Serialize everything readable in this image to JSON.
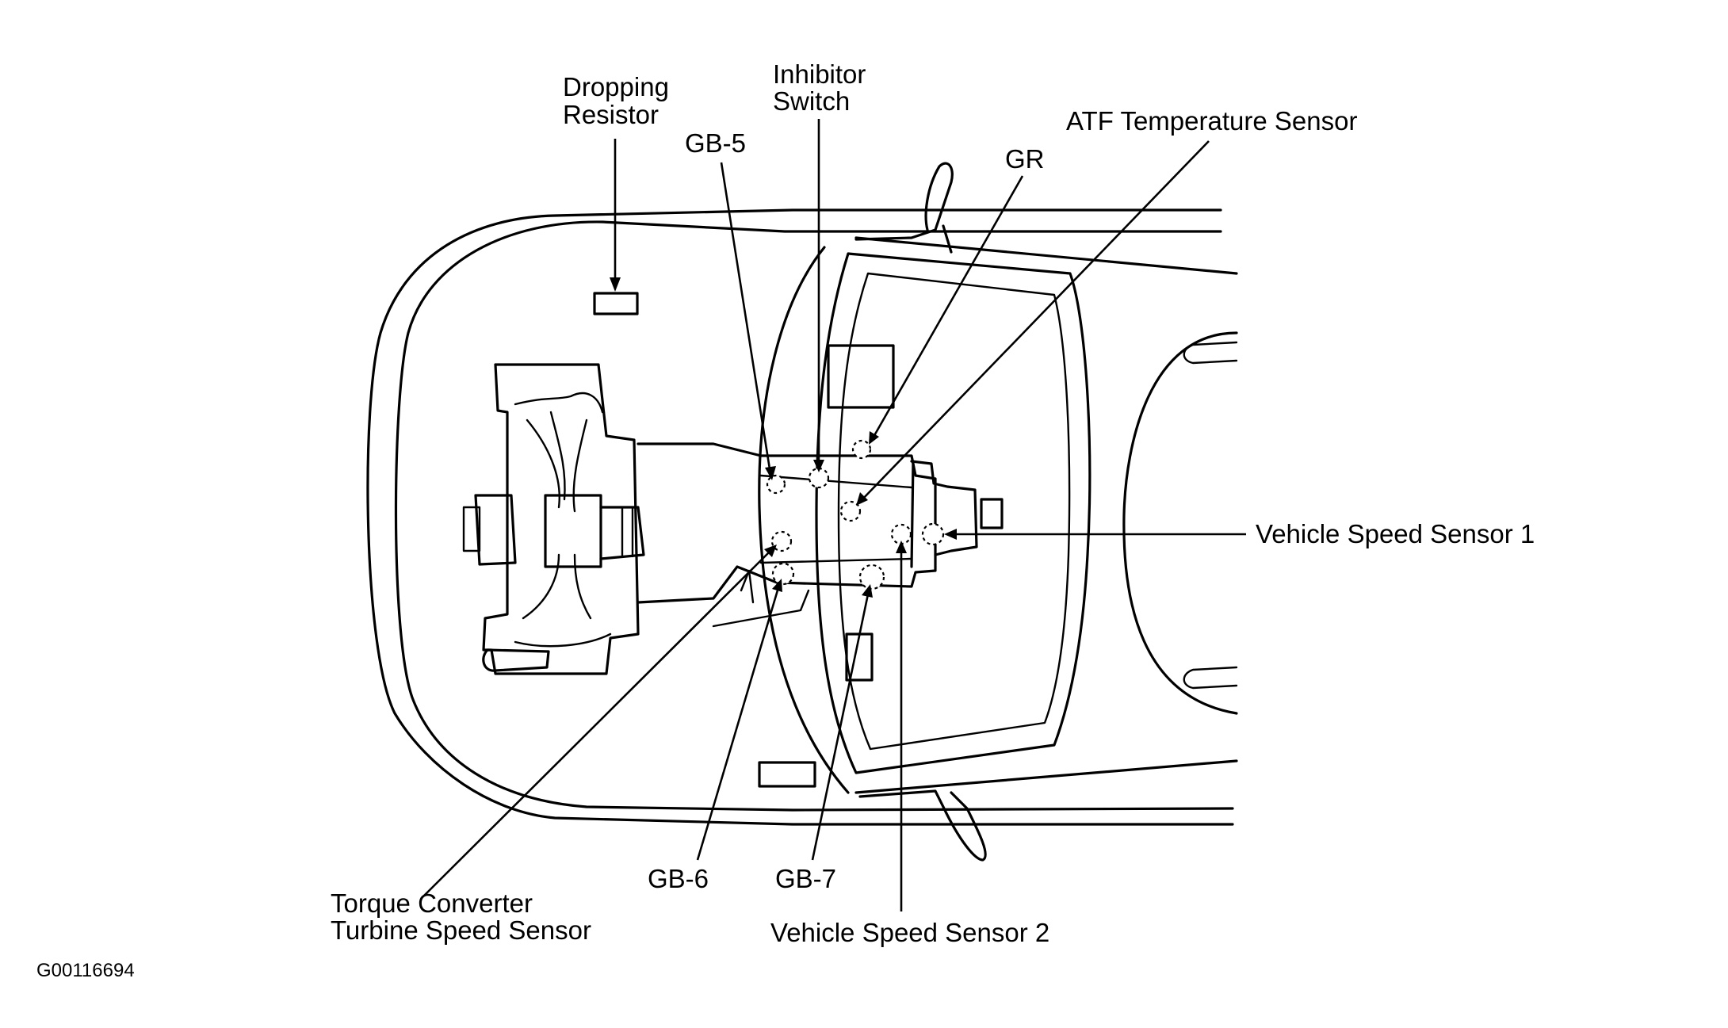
{
  "labels": {
    "dropping_resistor_1": "Dropping",
    "dropping_resistor_2": "Resistor",
    "inhibitor_switch_1": "Inhibitor",
    "inhibitor_switch_2": "Switch",
    "gb5": "GB-5",
    "gr": "GR",
    "atf_temp_sensor": "ATF Temperature Sensor",
    "vss1": "Vehicle Speed Sensor 1",
    "torque_converter_1": "Torque Converter",
    "torque_converter_2": "Turbine Speed Sensor",
    "gb6": "GB-6",
    "gb7": "GB-7",
    "vss2": "Vehicle Speed Sensor 2"
  },
  "figure_id": "G00116694",
  "colors": {
    "ink": "#000000",
    "background": "#ffffff"
  }
}
